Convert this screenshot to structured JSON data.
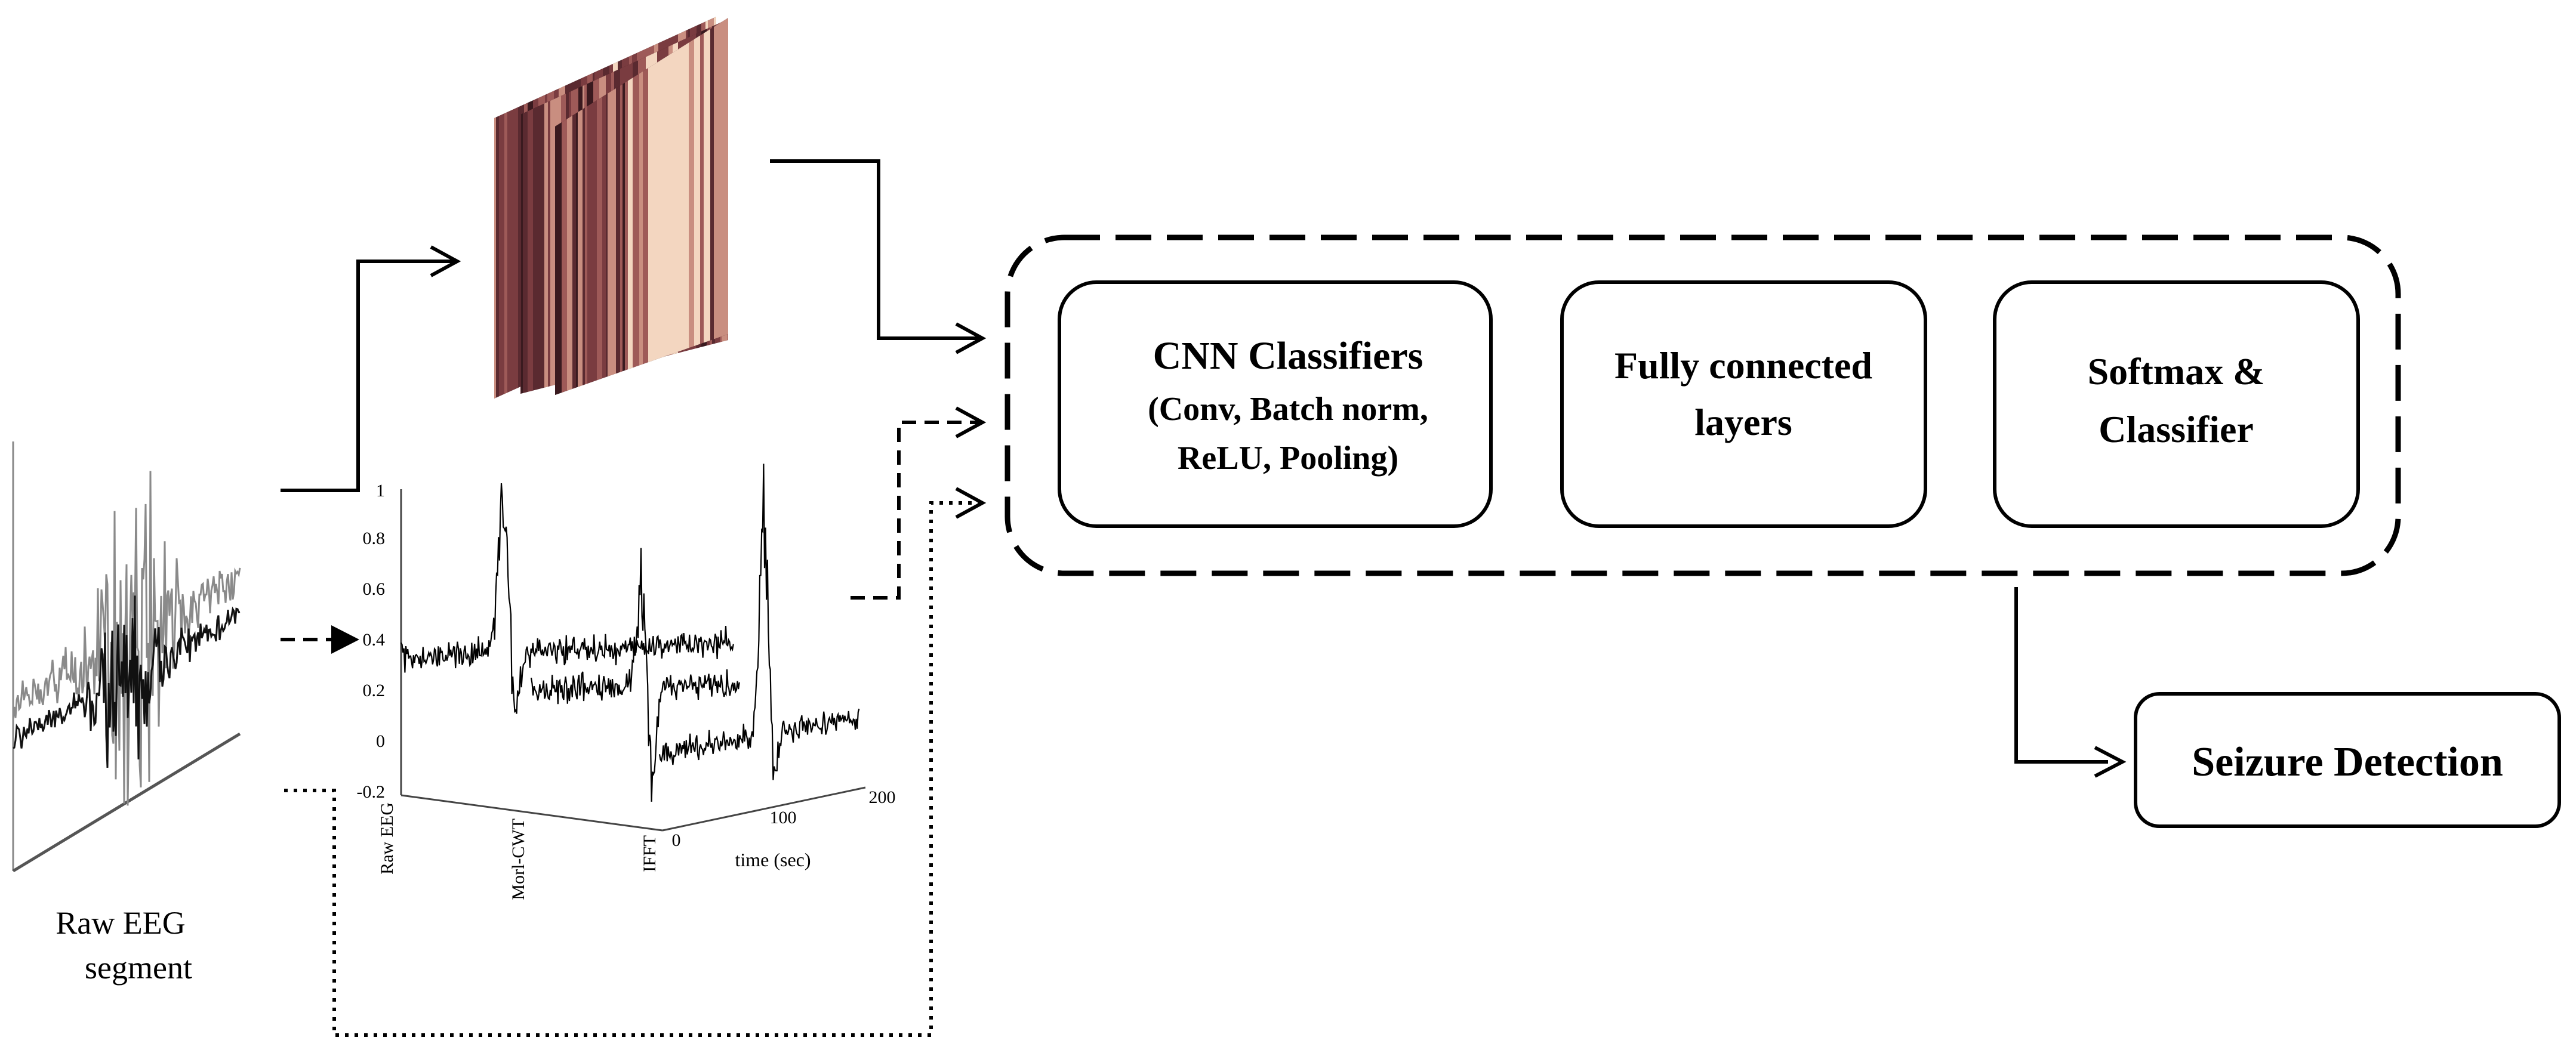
{
  "raw_eeg_caption": {
    "line1": "Raw EEG",
    "line2": "segment"
  },
  "spectrogram_stack": {
    "palette": [
      "#3a1a1f",
      "#5a2a30",
      "#7a3c40",
      "#9e5a58",
      "#c98e80",
      "#f3d6c0"
    ]
  },
  "eeg_3d_plot": {
    "y_ticks": [
      "1",
      "0.8",
      "0.6",
      "0.4",
      "0.2",
      "0",
      "-0.2"
    ],
    "x_ticks": [
      "0",
      "100",
      "200"
    ],
    "x_label": "time (sec)",
    "depth_labels": [
      "Raw EEG",
      "Morl-CWT",
      "IFFT"
    ]
  },
  "pipeline": {
    "cnn": {
      "line1": "CNN Classifiers",
      "line2": "(Conv, Batch norm,",
      "line3": "ReLU, Pooling)"
    },
    "fc": {
      "line1": "Fully connected",
      "line2": "layers"
    },
    "softmax": {
      "line1": "Softmax &",
      "line2": "Classifier"
    }
  },
  "output": {
    "label": "Seizure Detection"
  }
}
